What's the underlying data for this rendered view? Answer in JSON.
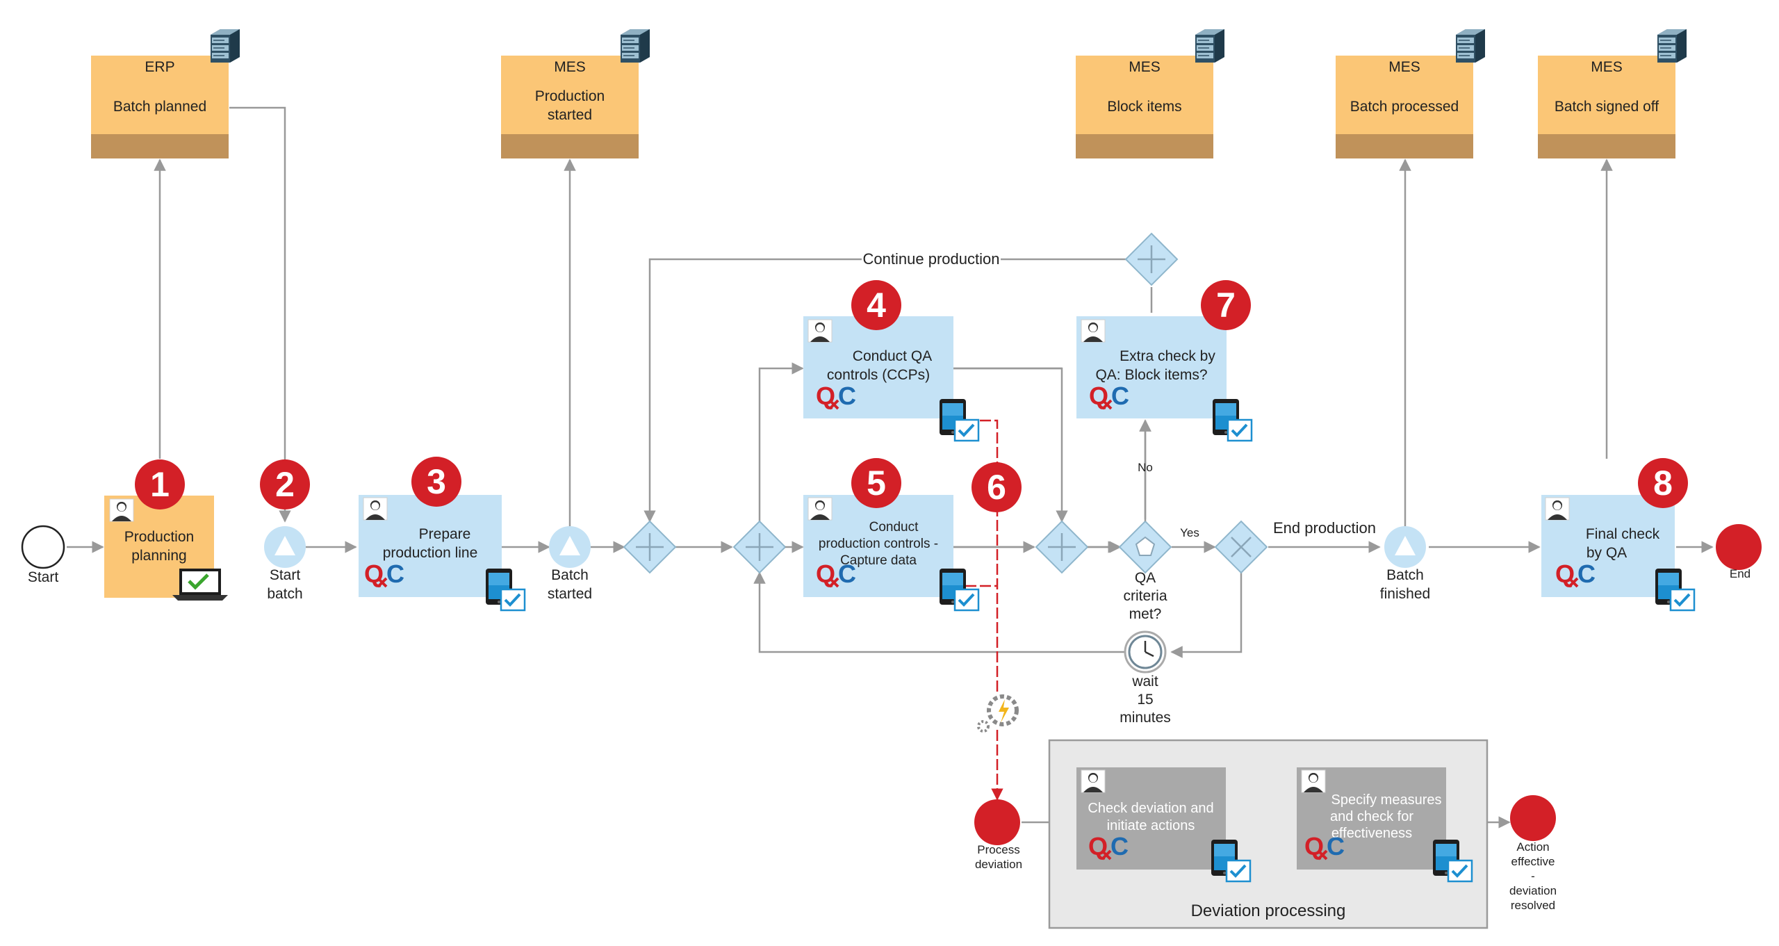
{
  "systems": {
    "erp": {
      "system": "ERP",
      "label": "Batch planned"
    },
    "mes1": {
      "system": "MES",
      "label1": "Production",
      "label2": "started"
    },
    "mes2": {
      "system": "MES",
      "label": "Block items"
    },
    "mes3": {
      "system": "MES",
      "label": "Batch processed"
    },
    "mes4": {
      "system": "MES",
      "label": "Batch signed off"
    }
  },
  "tasks": {
    "t1": {
      "line1": "Production",
      "line2": "planning"
    },
    "t3": {
      "line1": "Prepare",
      "line2": "production line"
    },
    "t4": {
      "line1": "Conduct QA",
      "line2": "controls (CCPs)"
    },
    "t5": {
      "line1": "Conduct",
      "line2": "production controls -",
      "line3": "Capture data"
    },
    "t7": {
      "line1": "Extra check by",
      "line2": "QA: Block items?"
    },
    "t8": {
      "line1": "Final check",
      "line2": "by QA"
    },
    "d1": {
      "line1": "Check deviation and",
      "line2": "initiate actions"
    },
    "d2": {
      "line1": "Specify measures",
      "line2": "and check for",
      "line3": "effectiveness"
    }
  },
  "badges": [
    "1",
    "2",
    "3",
    "4",
    "5",
    "6",
    "7",
    "8"
  ],
  "events": {
    "start": "Start",
    "start_batch": {
      "line1": "Start",
      "line2": "batch"
    },
    "batch_started": {
      "line1": "Batch",
      "line2": "started"
    },
    "batch_finished": {
      "line1": "Batch",
      "line2": "finished"
    },
    "end": "End",
    "process_deviation": {
      "line1": "Process",
      "line2": "deviation"
    },
    "action_effective": {
      "line1": "Action",
      "line2": "effective",
      "line3": "-",
      "line4": "deviation",
      "line5": "resolved"
    },
    "wait": {
      "line1": "wait",
      "line2": "15",
      "line3": "minutes"
    }
  },
  "gateways": {
    "qa_criteria": {
      "line1": "QA",
      "line2": "criteria",
      "line3": "met?"
    }
  },
  "flow_labels": {
    "continue_production": "Continue production",
    "end_production": "End production",
    "yes": "Yes",
    "no": "No"
  },
  "subprocess": {
    "title": "Deviation processing"
  },
  "qc_logo": {
    "q": "Q",
    "c": "C"
  },
  "icons": [
    "database-icon",
    "user-icon",
    "laptop-check-icon",
    "tablet-check-icon",
    "timer-icon",
    "service-task-icon"
  ],
  "colors": {
    "system_box": "#fbc676",
    "system_box_bottom": "#c0925a",
    "task_blue": "#c4e2f5",
    "task_orange": "#fbc676",
    "task_gray": "#a9a9a9",
    "badge_red": "#d32027",
    "gateway": "#c4e2f5",
    "flow_line": "#999999",
    "deviation_line": "#d32027"
  }
}
